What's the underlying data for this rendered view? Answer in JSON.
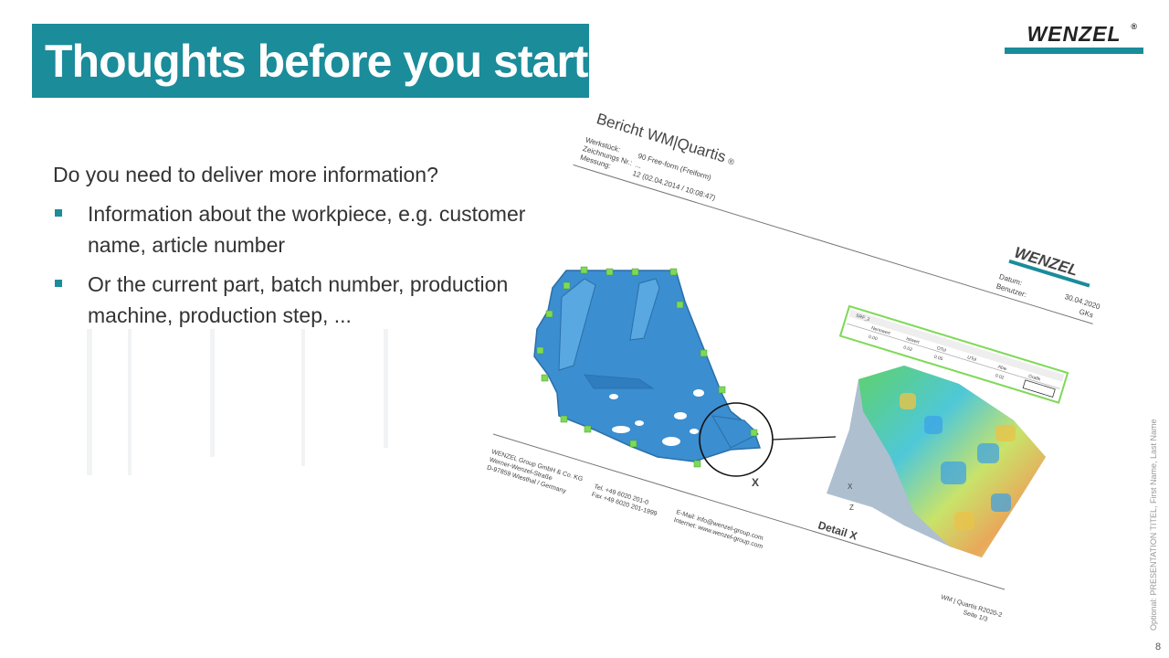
{
  "slide": {
    "title": "Thoughts before you start",
    "question": "Do you need to deliver more information?",
    "bullets": [
      "Information about the workpiece, e.g. customer name, article number",
      "Or the current part, batch number, production machine, production step, ..."
    ],
    "side_note": "Optional: PRESENTATION TITEL, First Name, Last Name",
    "page_number": "8"
  },
  "brand": {
    "name": "WENZEL",
    "registered": "®"
  },
  "report": {
    "title": "Bericht WM|Quartis",
    "title_mark": "®",
    "fields": [
      {
        "label": "Werkstück:",
        "value": "90 Free-form (Freiform)"
      },
      {
        "label": "Zeichnungs Nr.:",
        "value": "..."
      },
      {
        "label": "Messung:",
        "value": "12  (02.04.2014 / 10:08:47)"
      }
    ],
    "logo": "WENZEL",
    "date_label": "Datum:",
    "date_value": "30.04.2020",
    "user_label": "Benutzer:",
    "user_value": "GKs",
    "table": {
      "name": "SRF_2",
      "headers": [
        "Nennwert",
        "Istwert",
        "OTol",
        "UTol",
        "Abw",
        "Grafik"
      ],
      "values": [
        "0.00",
        "0.02",
        "0.05",
        "",
        "0.02",
        ""
      ]
    },
    "detail_marker": "X",
    "detail_label": "Detail X",
    "axis_labels": {
      "x": "X",
      "z": "Z"
    },
    "footer_company": [
      "WENZEL Group GmbH & Co. KG",
      "Werner-Wenzel-Straße",
      "D-97859 Wiesthal / Germany"
    ],
    "footer_phone": [
      "Tel.  +49 6020 201-0",
      "Fax  +49 6020 201-1999"
    ],
    "footer_contact": [
      "E-Mail:     info@wenzel-group.com",
      "Internet: www.wenzel-group.com"
    ],
    "footer_version": [
      "WM | Quartis R2020-2",
      "Seite 1/3"
    ]
  },
  "colors": {
    "accent": "#1a8c9a",
    "part_blue": "#3b8ed0",
    "point_green": "#7ed957"
  }
}
